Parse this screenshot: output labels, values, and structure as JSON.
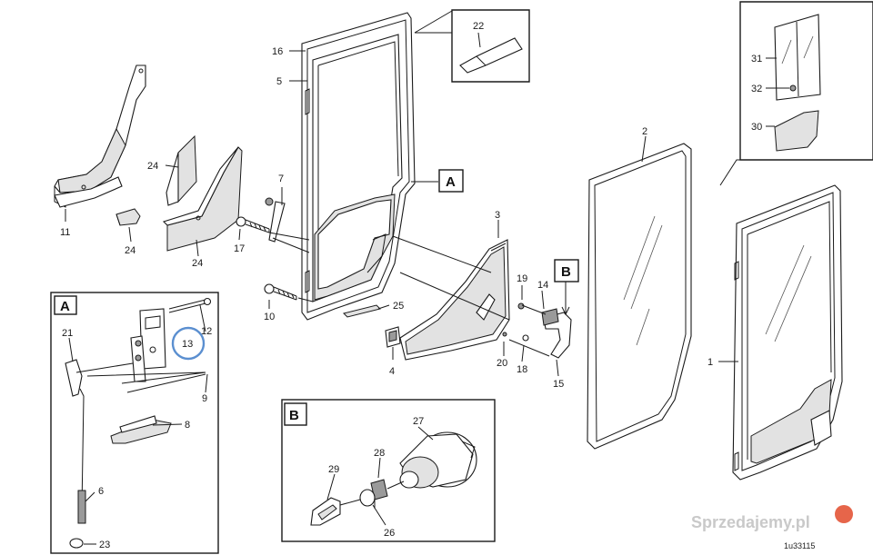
{
  "callouts": [
    {
      "id": "c1",
      "text": "1"
    },
    {
      "id": "c2",
      "text": "2"
    },
    {
      "id": "c3",
      "text": "3"
    },
    {
      "id": "c4",
      "text": "4"
    },
    {
      "id": "c5",
      "text": "5"
    },
    {
      "id": "c6",
      "text": "6"
    },
    {
      "id": "c7",
      "text": "7"
    },
    {
      "id": "c8",
      "text": "8"
    },
    {
      "id": "c9",
      "text": "9"
    },
    {
      "id": "c10",
      "text": "10"
    },
    {
      "id": "c11",
      "text": "11"
    },
    {
      "id": "c12",
      "text": "12"
    },
    {
      "id": "c13",
      "text": "13"
    },
    {
      "id": "c14",
      "text": "14"
    },
    {
      "id": "c15",
      "text": "15"
    },
    {
      "id": "c16",
      "text": "16"
    },
    {
      "id": "c17",
      "text": "17"
    },
    {
      "id": "c18",
      "text": "18"
    },
    {
      "id": "c19",
      "text": "19"
    },
    {
      "id": "c20",
      "text": "20"
    },
    {
      "id": "c21",
      "text": "21"
    },
    {
      "id": "c22",
      "text": "22"
    },
    {
      "id": "c23",
      "text": "23"
    },
    {
      "id": "c24a",
      "text": "24"
    },
    {
      "id": "c24b",
      "text": "24"
    },
    {
      "id": "c24c",
      "text": "24"
    },
    {
      "id": "c25",
      "text": "25"
    },
    {
      "id": "c26",
      "text": "26"
    },
    {
      "id": "c27",
      "text": "27"
    },
    {
      "id": "c28",
      "text": "28"
    },
    {
      "id": "c29",
      "text": "29"
    },
    {
      "id": "c30",
      "text": "30"
    },
    {
      "id": "c31",
      "text": "31"
    },
    {
      "id": "c32",
      "text": "32"
    }
  ],
  "detail_markers": {
    "a": "A",
    "b": "B",
    "panel_a": "A",
    "panel_b": "B"
  },
  "reference_code": "1u33115",
  "watermark": "Sprzedajemy.pl",
  "colors": {
    "line": "#1a1a1a",
    "highlight_circle": "#5b8fd0",
    "watermark": "#c9c9c9",
    "watermark_dot": "#e24a2a"
  }
}
